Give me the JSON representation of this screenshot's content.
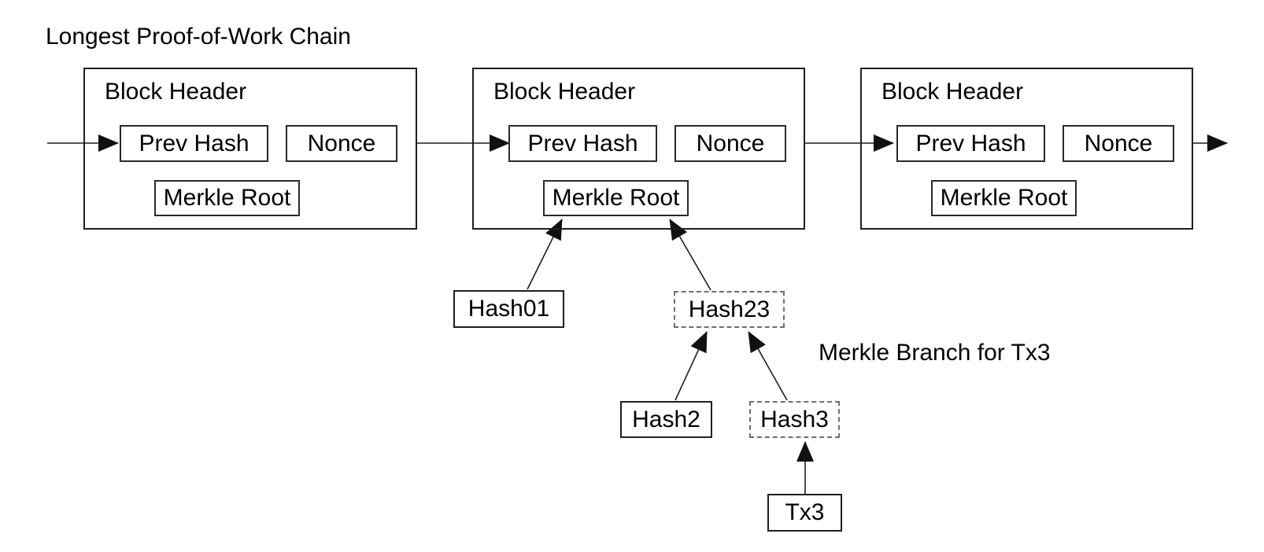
{
  "title": "Longest Proof-of-Work Chain",
  "blocks": [
    {
      "header_label": "Block Header",
      "prev_hash_label": "Prev Hash",
      "nonce_label": "Nonce",
      "merkle_root_label": "Merkle Root"
    },
    {
      "header_label": "Block Header",
      "prev_hash_label": "Prev Hash",
      "nonce_label": "Nonce",
      "merkle_root_label": "Merkle Root"
    },
    {
      "header_label": "Block Header",
      "prev_hash_label": "Prev Hash",
      "nonce_label": "Nonce",
      "merkle_root_label": "Merkle Root"
    }
  ],
  "merkle_tree": {
    "branch_label": "Merkle Branch for Tx3",
    "nodes": {
      "hash01": {
        "label": "Hash01",
        "border": "solid"
      },
      "hash23": {
        "label": "Hash23",
        "border": "dashed"
      },
      "hash2": {
        "label": "Hash2",
        "border": "solid"
      },
      "hash3": {
        "label": "Hash3",
        "border": "dashed"
      },
      "tx3": {
        "label": "Tx3",
        "border": "solid"
      }
    }
  },
  "colors": {
    "background": "#ffffff",
    "line": "#1f1f1f",
    "solid_border": "#1f1f1f",
    "dashed_border": "#6e6e6e",
    "text": "#000000"
  }
}
